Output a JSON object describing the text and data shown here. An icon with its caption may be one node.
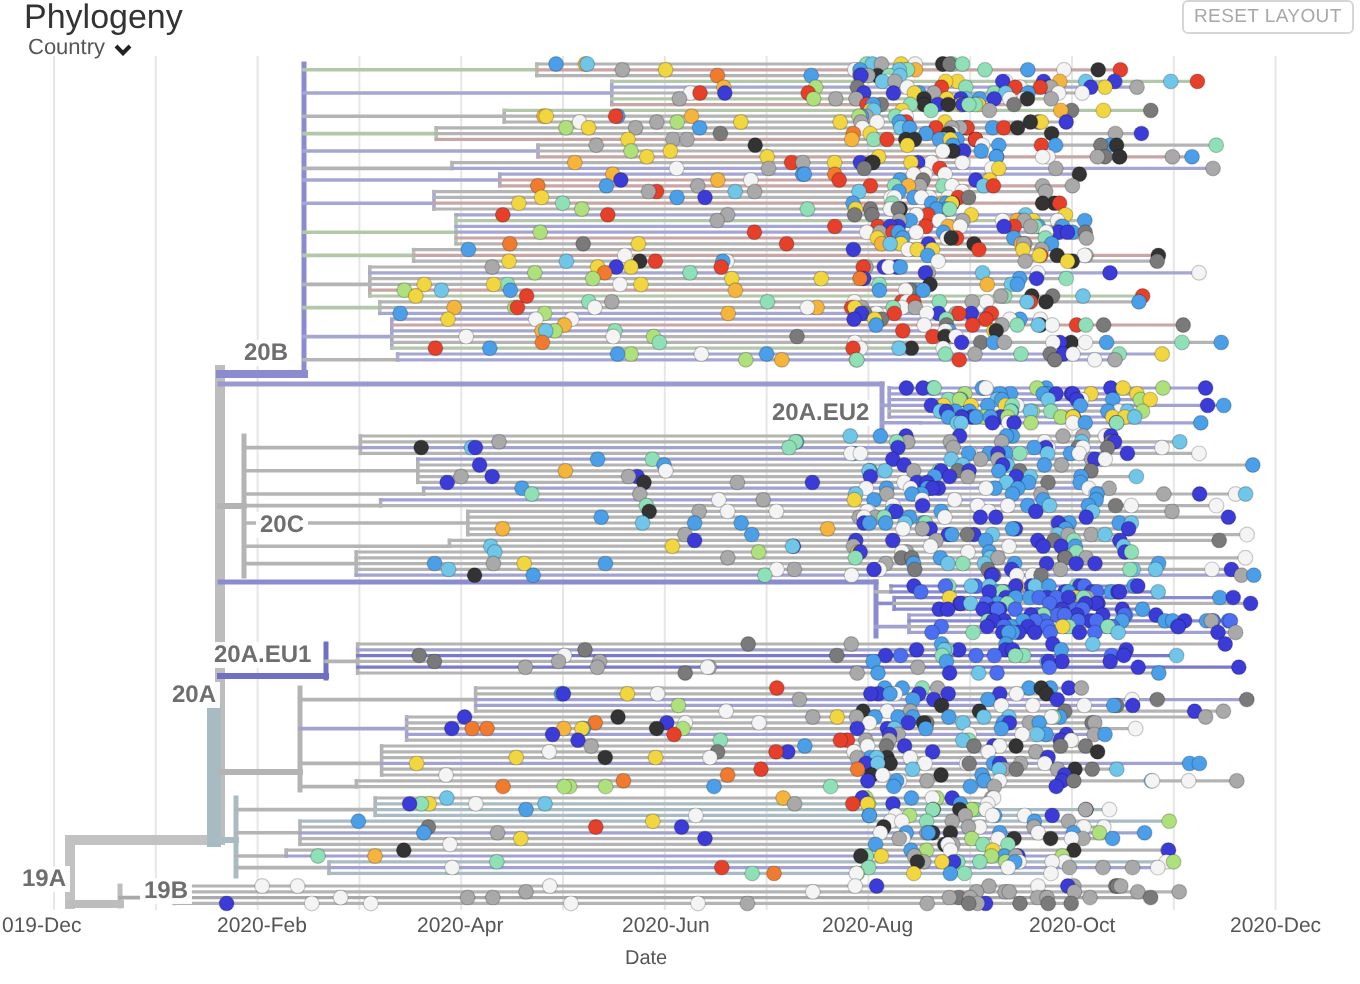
{
  "diagram": {
    "title": "Phylogeny",
    "labels": [
      "Country",
      "RESET LAYOUT",
      "20B",
      "20A.EU2",
      "20C",
      "20A.EU1",
      "20A",
      "19A",
      "19B",
      "019-Dec",
      "2020-Feb",
      "2020-Apr",
      "2020-Jun",
      "2020-Aug",
      "2020-Oct",
      "2020-Dec",
      "Date"
    ]
  }
}
